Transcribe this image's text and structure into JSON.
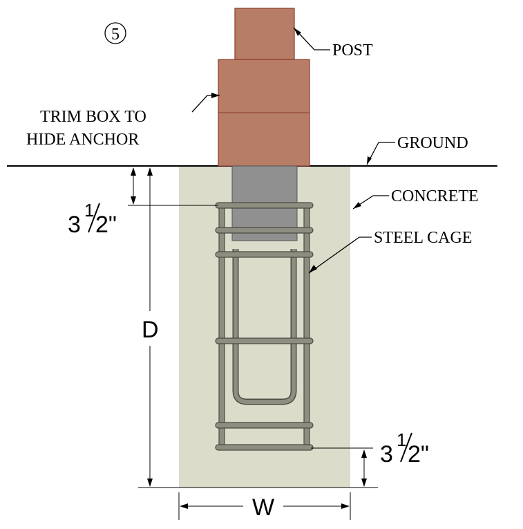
{
  "detail_number": "5",
  "labels": {
    "post": "POST",
    "trim_box_line1": "TRIM BOX TO",
    "trim_box_line2": "HIDE ANCHOR",
    "ground": "GROUND",
    "concrete": "CONCRETE",
    "steel_cage": "STEEL CAGE"
  },
  "dimensions": {
    "top_offset": {
      "whole": "3",
      "numerator": "1",
      "denominator": "2\""
    },
    "bottom_offset": {
      "whole": "3",
      "numerator": "1",
      "denominator": "2\""
    },
    "depth": "D",
    "width": "W"
  },
  "colors": {
    "post": "#b77d66",
    "post_edge": "#8a3a2a",
    "concrete": "#dcdccb",
    "anchor": "#909090",
    "rebar": "#8e8e80",
    "rebar_edge": "#4a4a42",
    "line": "#000000"
  }
}
